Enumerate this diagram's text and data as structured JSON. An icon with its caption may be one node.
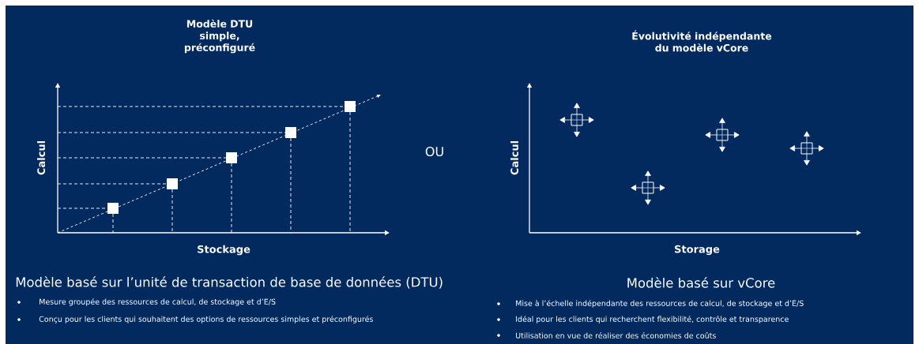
{
  "diagram": {
    "labels": [
      "Modèle DTU simple, préconfiguré",
      "Évolutivité indépendante du modèle vCore",
      "Calcul",
      "Stockage",
      "OU",
      "Calcul",
      "Storage",
      "Modèle basé sur l’unité de transaction de base de données (DTU)",
      "Mesure groupée des ressources de calcul, de stockage et d’E/S",
      "Conçu pour les clients qui souhaitent des options de ressources simples et préconfigurés",
      "Modèle basé sur vCore",
      "Mise à l’échelle indépendante des ressources de calcul, de stockage et d’E/S",
      "Idéal pour les clients qui recherchent flexibilité, contrôle et transparence",
      "Utilisation en vue de réaliser des économies de coûts"
    ]
  }
}
